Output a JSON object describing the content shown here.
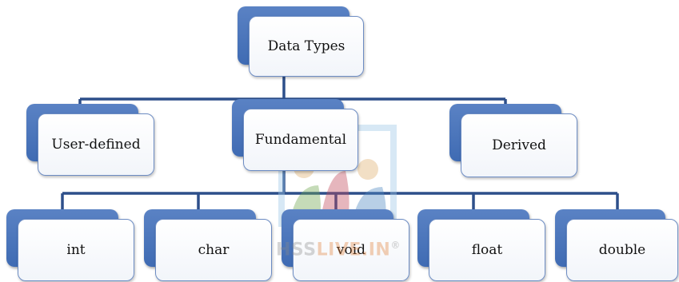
{
  "diagram": {
    "root": {
      "label": "Data Types"
    },
    "categories": [
      {
        "label": "User-defined"
      },
      {
        "label": "Fundamental"
      },
      {
        "label": "Derived"
      }
    ],
    "fundamental_types": [
      {
        "label": "int"
      },
      {
        "label": "char"
      },
      {
        "label": "void"
      },
      {
        "label": "float"
      },
      {
        "label": "double"
      }
    ],
    "colors": {
      "accent": "#3f6bb3",
      "connector": "#2d4f8a",
      "box_border": "#6c8cc3"
    }
  },
  "watermark": {
    "text_prefix": "HSS",
    "text_highlight": "LIVE.IN",
    "mark": "®"
  }
}
